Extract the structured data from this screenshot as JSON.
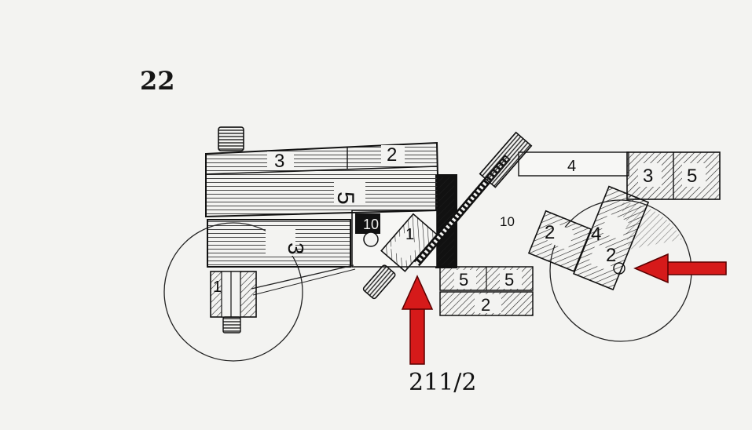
{
  "page_number": "22",
  "callout_label": "211/2",
  "part_labels": {
    "beam_top_left": "3",
    "beam_top_right": "2",
    "beam_main": "5",
    "lower_block": "3",
    "left_clamp": "1",
    "center_plate": "10",
    "right_plate": "10",
    "coupler_block": "1",
    "top_rail": "4",
    "right_box_left": "3",
    "right_box_right": "5",
    "lower_left_sq": "5",
    "lower_right_sq": "5",
    "lower_bar": "2",
    "tilt_left": "2",
    "tilt_right_top": "4",
    "tilt_right_bottom": "2"
  },
  "colors": {
    "ink": "#111111",
    "arrow": "#d61a1a",
    "paper": "#f3f3f1"
  }
}
